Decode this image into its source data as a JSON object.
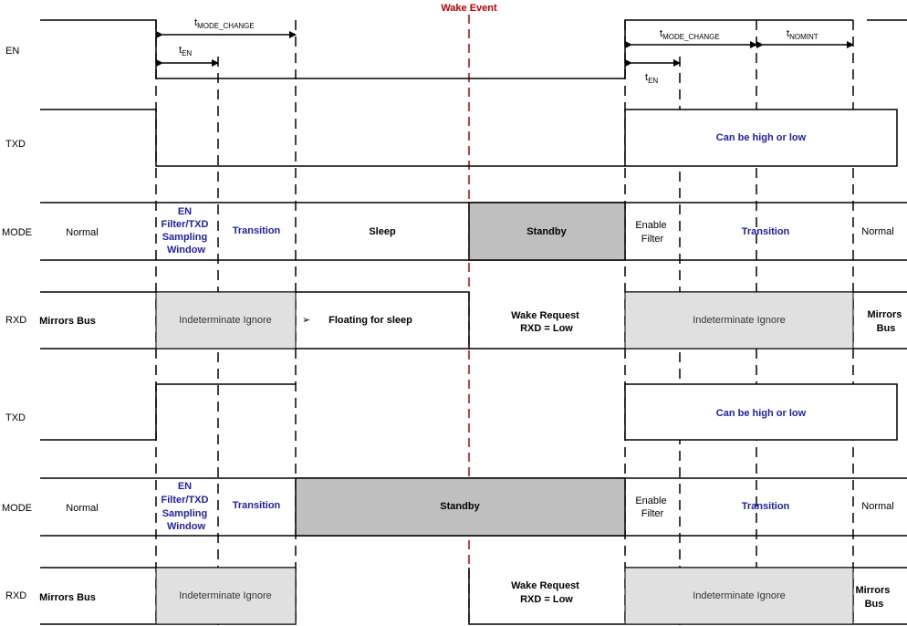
{
  "wake_event": {
    "label": "Wake Event",
    "color": "#c00000"
  },
  "colors": {
    "transition_text": "#1f1fa8",
    "standby_fill": "#bfbfbf",
    "indeterminate_fill": "#e0e0e0"
  },
  "signals": {
    "en": "EN",
    "txd_1": "TXD",
    "mode_1": "MODE",
    "rxd_1": "RXD",
    "txd_2": "TXD",
    "mode_2": "MODE",
    "rxd_2": "RXD"
  },
  "timing": {
    "t_mode_change_left": {
      "main": "t",
      "sub": "MODE_CHANGE"
    },
    "t_en_left": {
      "main": "t",
      "sub": "EN"
    },
    "t_mode_change_right": {
      "main": "t",
      "sub": "MODE_CHANGE"
    },
    "t_nomint": {
      "main": "t",
      "sub": "NOMINT"
    },
    "t_en_right": {
      "main": "t",
      "sub": "EN"
    }
  },
  "txd_1": {
    "right": "Can be high or low"
  },
  "mode_1": {
    "normal_left": "Normal",
    "window": [
      "EN",
      "Filter/TXD",
      "Sampling",
      "Window"
    ],
    "transition_left": "Transition",
    "sleep": "Sleep",
    "standby": "Standby",
    "enable_filter": [
      "Enable",
      "Filter"
    ],
    "transition_right": "Transition",
    "normal_right": "Normal"
  },
  "rxd_1": {
    "mirrors_left": "Mirrors Bus",
    "indeterminate_left": "Indeterminate Ignore",
    "floating": "Floating for sleep",
    "wake_request": [
      "Wake Request",
      "RXD = Low"
    ],
    "indeterminate_right": "Indeterminate Ignore",
    "mirrors_right": [
      "Mirrors",
      "Bus"
    ]
  },
  "txd_2": {
    "right": "Can be high or low"
  },
  "mode_2": {
    "normal_left": "Normal",
    "window": [
      "EN",
      "Filter/TXD",
      "Sampling",
      "Window"
    ],
    "transition_left": "Transition",
    "standby": "Standby",
    "enable_filter": [
      "Enable",
      "Filter"
    ],
    "transition_right": "Transition",
    "normal_right": "Normal"
  },
  "rxd_2": {
    "mirrors_left": "Mirrors Bus",
    "indeterminate_left": "Indeterminate Ignore",
    "wake_request": [
      "Wake Request",
      "RXD = Low"
    ],
    "indeterminate_right": "Indeterminate Ignore",
    "mirrors_right": [
      "Mirrors",
      "Bus"
    ]
  }
}
